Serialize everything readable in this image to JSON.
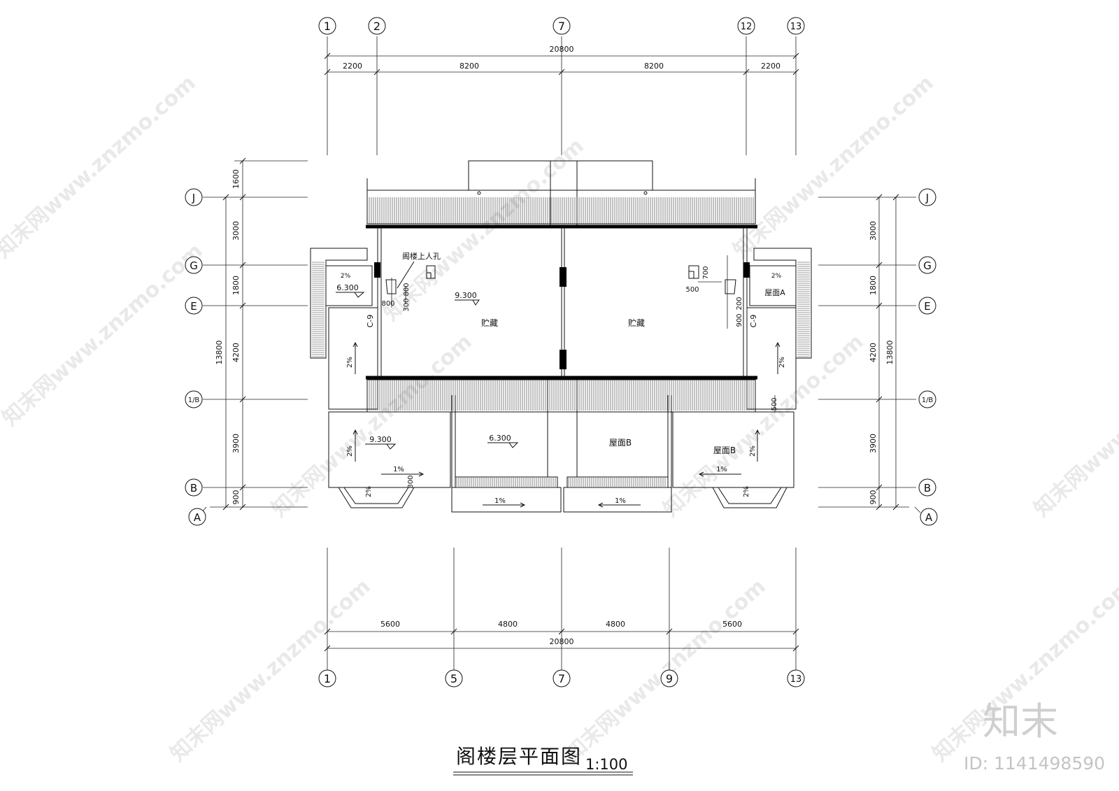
{
  "drawing": {
    "title": "阁楼层平面图",
    "scale": "1:100"
  },
  "grid_top": [
    "1",
    "2",
    "7",
    "12",
    "13"
  ],
  "grid_bottom": [
    "1",
    "5",
    "7",
    "9",
    "13"
  ],
  "grid_rows_left": [
    "J",
    "G",
    "E",
    "1/B",
    "B",
    "A"
  ],
  "grid_rows_right": [
    "J",
    "G",
    "E",
    "1/B",
    "B",
    "A"
  ],
  "dims_top": {
    "total": "20800",
    "segments": [
      "2200",
      "8200",
      "8200",
      "2200"
    ]
  },
  "dims_bottom": {
    "segments": [
      "5600",
      "4800",
      "4800",
      "5600"
    ],
    "total": "20800"
  },
  "dims_left": {
    "segments": [
      "1600",
      "3000",
      "1800",
      "4200",
      "3900",
      "900"
    ],
    "total": "13800"
  },
  "dims_right": {
    "segments": [
      "3000",
      "1800",
      "4200",
      "3900",
      "900"
    ],
    "total": "13800"
  },
  "labels": {
    "attic_hatch": "阁楼上人孔",
    "storage_left": "贮藏",
    "storage_right": "贮藏",
    "elev_930_top": "9.300",
    "elev_630_left": "6.300",
    "elev_930_bottom": "9.300",
    "elev_630_bottom": "6.300",
    "roof_a": "屋面A",
    "roof_b_center": "屋面B",
    "roof_b_right": "屋面B",
    "window_left": "C-9",
    "window_right": "C-9",
    "slope_2": "2%",
    "slope_1": "1%",
    "d800a": "800",
    "d800b": "800",
    "d300": "300",
    "d700": "700",
    "d500": "500",
    "d900": "900",
    "d200": "200",
    "d500b": "500",
    "d300b": "300"
  },
  "watermark": {
    "text": "知末网www.znzmo.com",
    "brand": "知末",
    "id": "ID: 1141498590"
  }
}
